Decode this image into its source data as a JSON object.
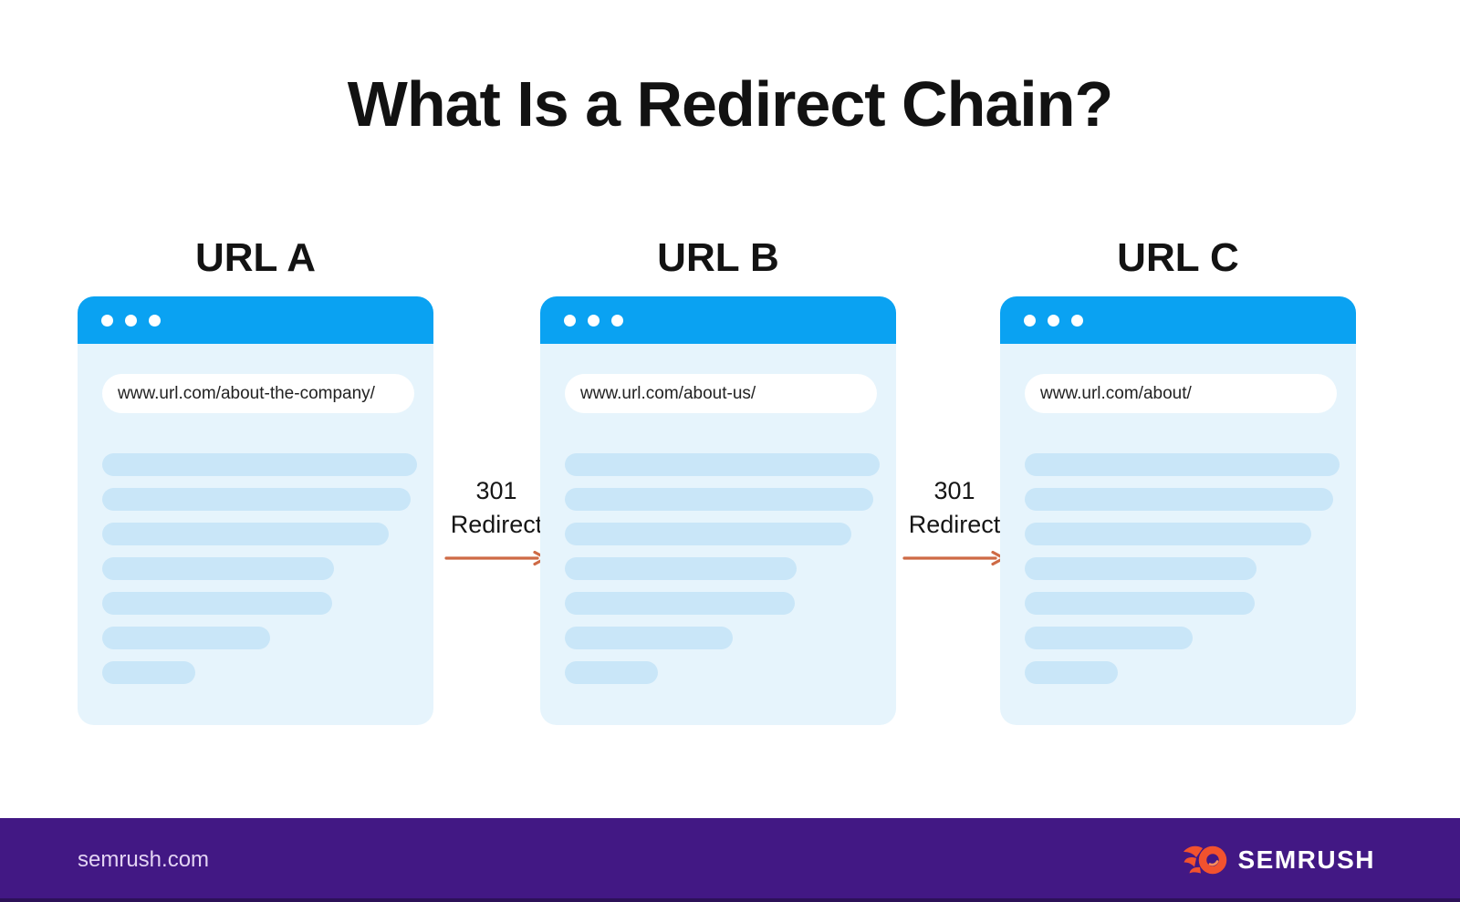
{
  "title": "What Is a Redirect Chain?",
  "browsers": [
    {
      "label": "URL A",
      "url": "www.url.com/about-the-company/"
    },
    {
      "label": "URL B",
      "url": "www.url.com/about-us/"
    },
    {
      "label": "URL C",
      "url": "www.url.com/about/"
    }
  ],
  "redirects": [
    {
      "code": "301",
      "label": "Redirect"
    },
    {
      "code": "301",
      "label": "Redirect"
    }
  ],
  "footer": {
    "site": "semrush.com",
    "brand": "SEMRUSH"
  },
  "icons": {
    "window_dots": "three-circles",
    "redirect_arrow": "right-arrow",
    "brand_mark": "semrush-flame"
  },
  "colors": {
    "browser_bar_blue": "#0AA2F2",
    "browser_body_blue": "#E6F4FC",
    "placeholder_line_blue": "#C9E6F8",
    "arrow_orange": "#CE6A45",
    "footer_purple": "#421884",
    "logo_orange": "#F2522E",
    "text_black": "#141414"
  }
}
